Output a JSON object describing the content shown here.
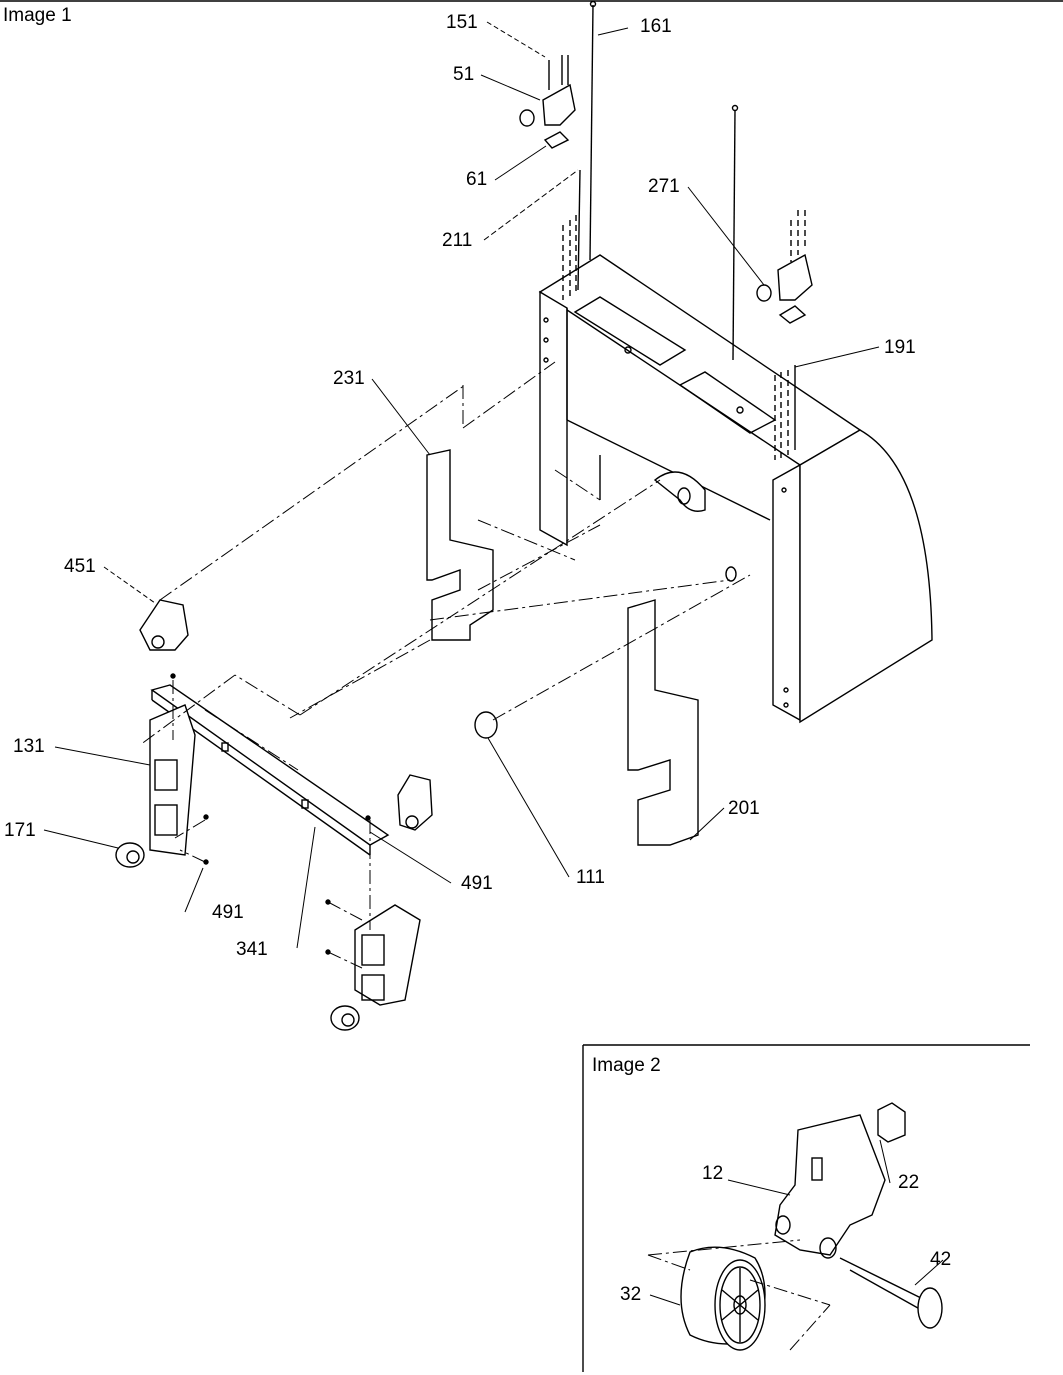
{
  "image1": {
    "title": "Image 1",
    "callouts": [
      "151",
      "161",
      "51",
      "61",
      "271",
      "211",
      "191",
      "231",
      "451",
      "131",
      "171",
      "491",
      "341",
      "491",
      "111",
      "201"
    ]
  },
  "image2": {
    "title": "Image 2",
    "callouts": [
      "12",
      "22",
      "42",
      "32"
    ]
  }
}
